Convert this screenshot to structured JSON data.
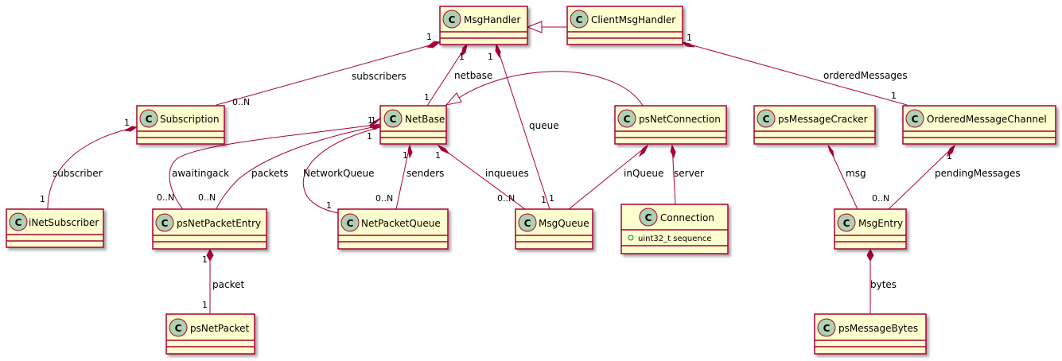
{
  "colors": {
    "class_fill": "#FEFECE",
    "class_border": "#A80036",
    "circle_fill": "#ADD1B2",
    "edge": "#A80036"
  },
  "classes": {
    "msgHandler": "MsgHandler",
    "clientMsgHandler": "ClientMsgHandler",
    "subscription": "Subscription",
    "netBase": "NetBase",
    "psNetConnection": "psNetConnection",
    "psMessageCracker": "psMessageCracker",
    "orderedMessageChannel": "OrderedMessageChannel",
    "iNetSubscriber": "iNetSubscriber",
    "psNetPacketEntry": "psNetPacketEntry",
    "netPacketQueue": "NetPacketQueue",
    "msgQueue": "MsgQueue",
    "connection": "Connection",
    "msgEntry": "MsgEntry",
    "psNetPacket": "psNetPacket",
    "psMessageBytes": "psMessageBytes"
  },
  "class_icon_letter": "C",
  "attributes": {
    "connection_sequence": "uint32_t sequence",
    "public_marker": "+"
  },
  "relations": {
    "subscribers": {
      "label": "subscribers",
      "from_mult": "1",
      "to_mult": "0..N"
    },
    "netbase": {
      "label": "netbase",
      "from_mult": "1",
      "to_mult": "1"
    },
    "queue": {
      "label": "queue",
      "from_mult": "1",
      "to_mult": "1"
    },
    "orderedMessages": {
      "label": "orderedMessages",
      "from_mult": "1",
      "to_mult": "1"
    },
    "subscriber": {
      "label": "subscriber",
      "from_mult": "1",
      "to_mult": "1"
    },
    "awaitingack": {
      "label": "awaitingack",
      "from_mult": "1",
      "to_mult": "0..N"
    },
    "packets": {
      "label": "packets",
      "from_mult": "1",
      "to_mult": "0..N"
    },
    "networkQueue": {
      "label": "NetworkQueue",
      "from_mult": "1",
      "to_mult": "1"
    },
    "senders": {
      "label": "senders",
      "from_mult": "1",
      "to_mult": "0..N"
    },
    "inqueues": {
      "label": "inqueues",
      "from_mult": "1",
      "to_mult": "0..N"
    },
    "inQueue": {
      "label": "inQueue",
      "to_mult": "1"
    },
    "server": {
      "label": "server"
    },
    "msg": {
      "label": "msg",
      "to_mult": "0..N"
    },
    "pendingMessages": {
      "label": "pendingMessages",
      "from_mult": "1"
    },
    "packet": {
      "label": "packet",
      "from_mult": "1",
      "to_mult": "1"
    },
    "bytes": {
      "label": "bytes"
    }
  }
}
